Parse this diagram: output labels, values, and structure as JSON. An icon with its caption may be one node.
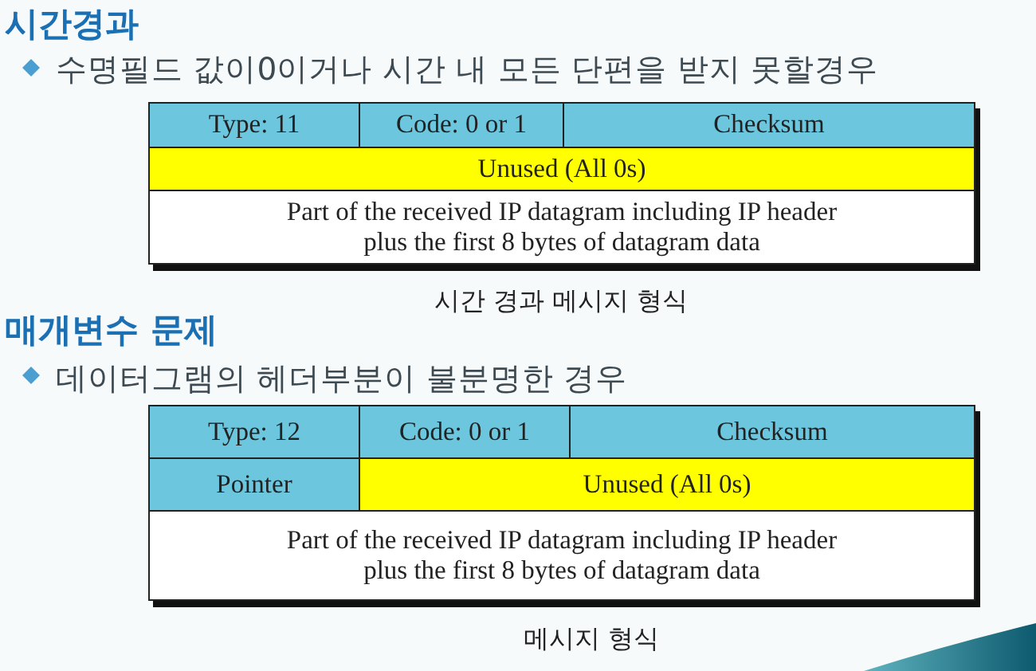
{
  "diagram": {
    "nodes": [
      {
        "text": [],
        "shape": "box",
        "beside": [
          "시간 경과 메시지 형식"
        ]
      },
      {
        "text": [
          "Type: 11"
        ],
        "in": 0
      },
      {
        "text": [
          "Code: 0 or 1"
        ],
        "in": 0
      },
      {
        "text": [
          "Checksum"
        ],
        "in": 0
      },
      {
        "text": [
          "Unused (All 0s)"
        ],
        "in": 0
      },
      {
        "text": [
          "Part of the received IP datagram including IP header plus the first 8 bytes of datagram data"
        ],
        "in": 0
      },
      {
        "text": [],
        "shape": "box",
        "beside": [
          "메시지 형식"
        ]
      },
      {
        "text": [
          "Type: 12"
        ],
        "in": 6
      },
      {
        "text": [
          "Code: 0 or 1"
        ],
        "in": 6
      },
      {
        "text": [
          "Checksum"
        ],
        "in": 6
      },
      {
        "text": [
          "Pointer"
        ],
        "in": 6
      },
      {
        "text": [
          "Unused (All 0s)"
        ],
        "in": 6
      },
      {
        "text": [
          "Part of the received IP datagram including IP header plus the first 8 bytes of datagram data"
        ],
        "in": 6
      }
    ],
    "labels": [
      "시간경과",
      "수명필드 값이0이거나 시간 내 모든 단편을 받지 못할경우",
      "매개변수 문제",
      "데이터그램의 헤더부분이 불분명한 경우"
    ]
  }
}
